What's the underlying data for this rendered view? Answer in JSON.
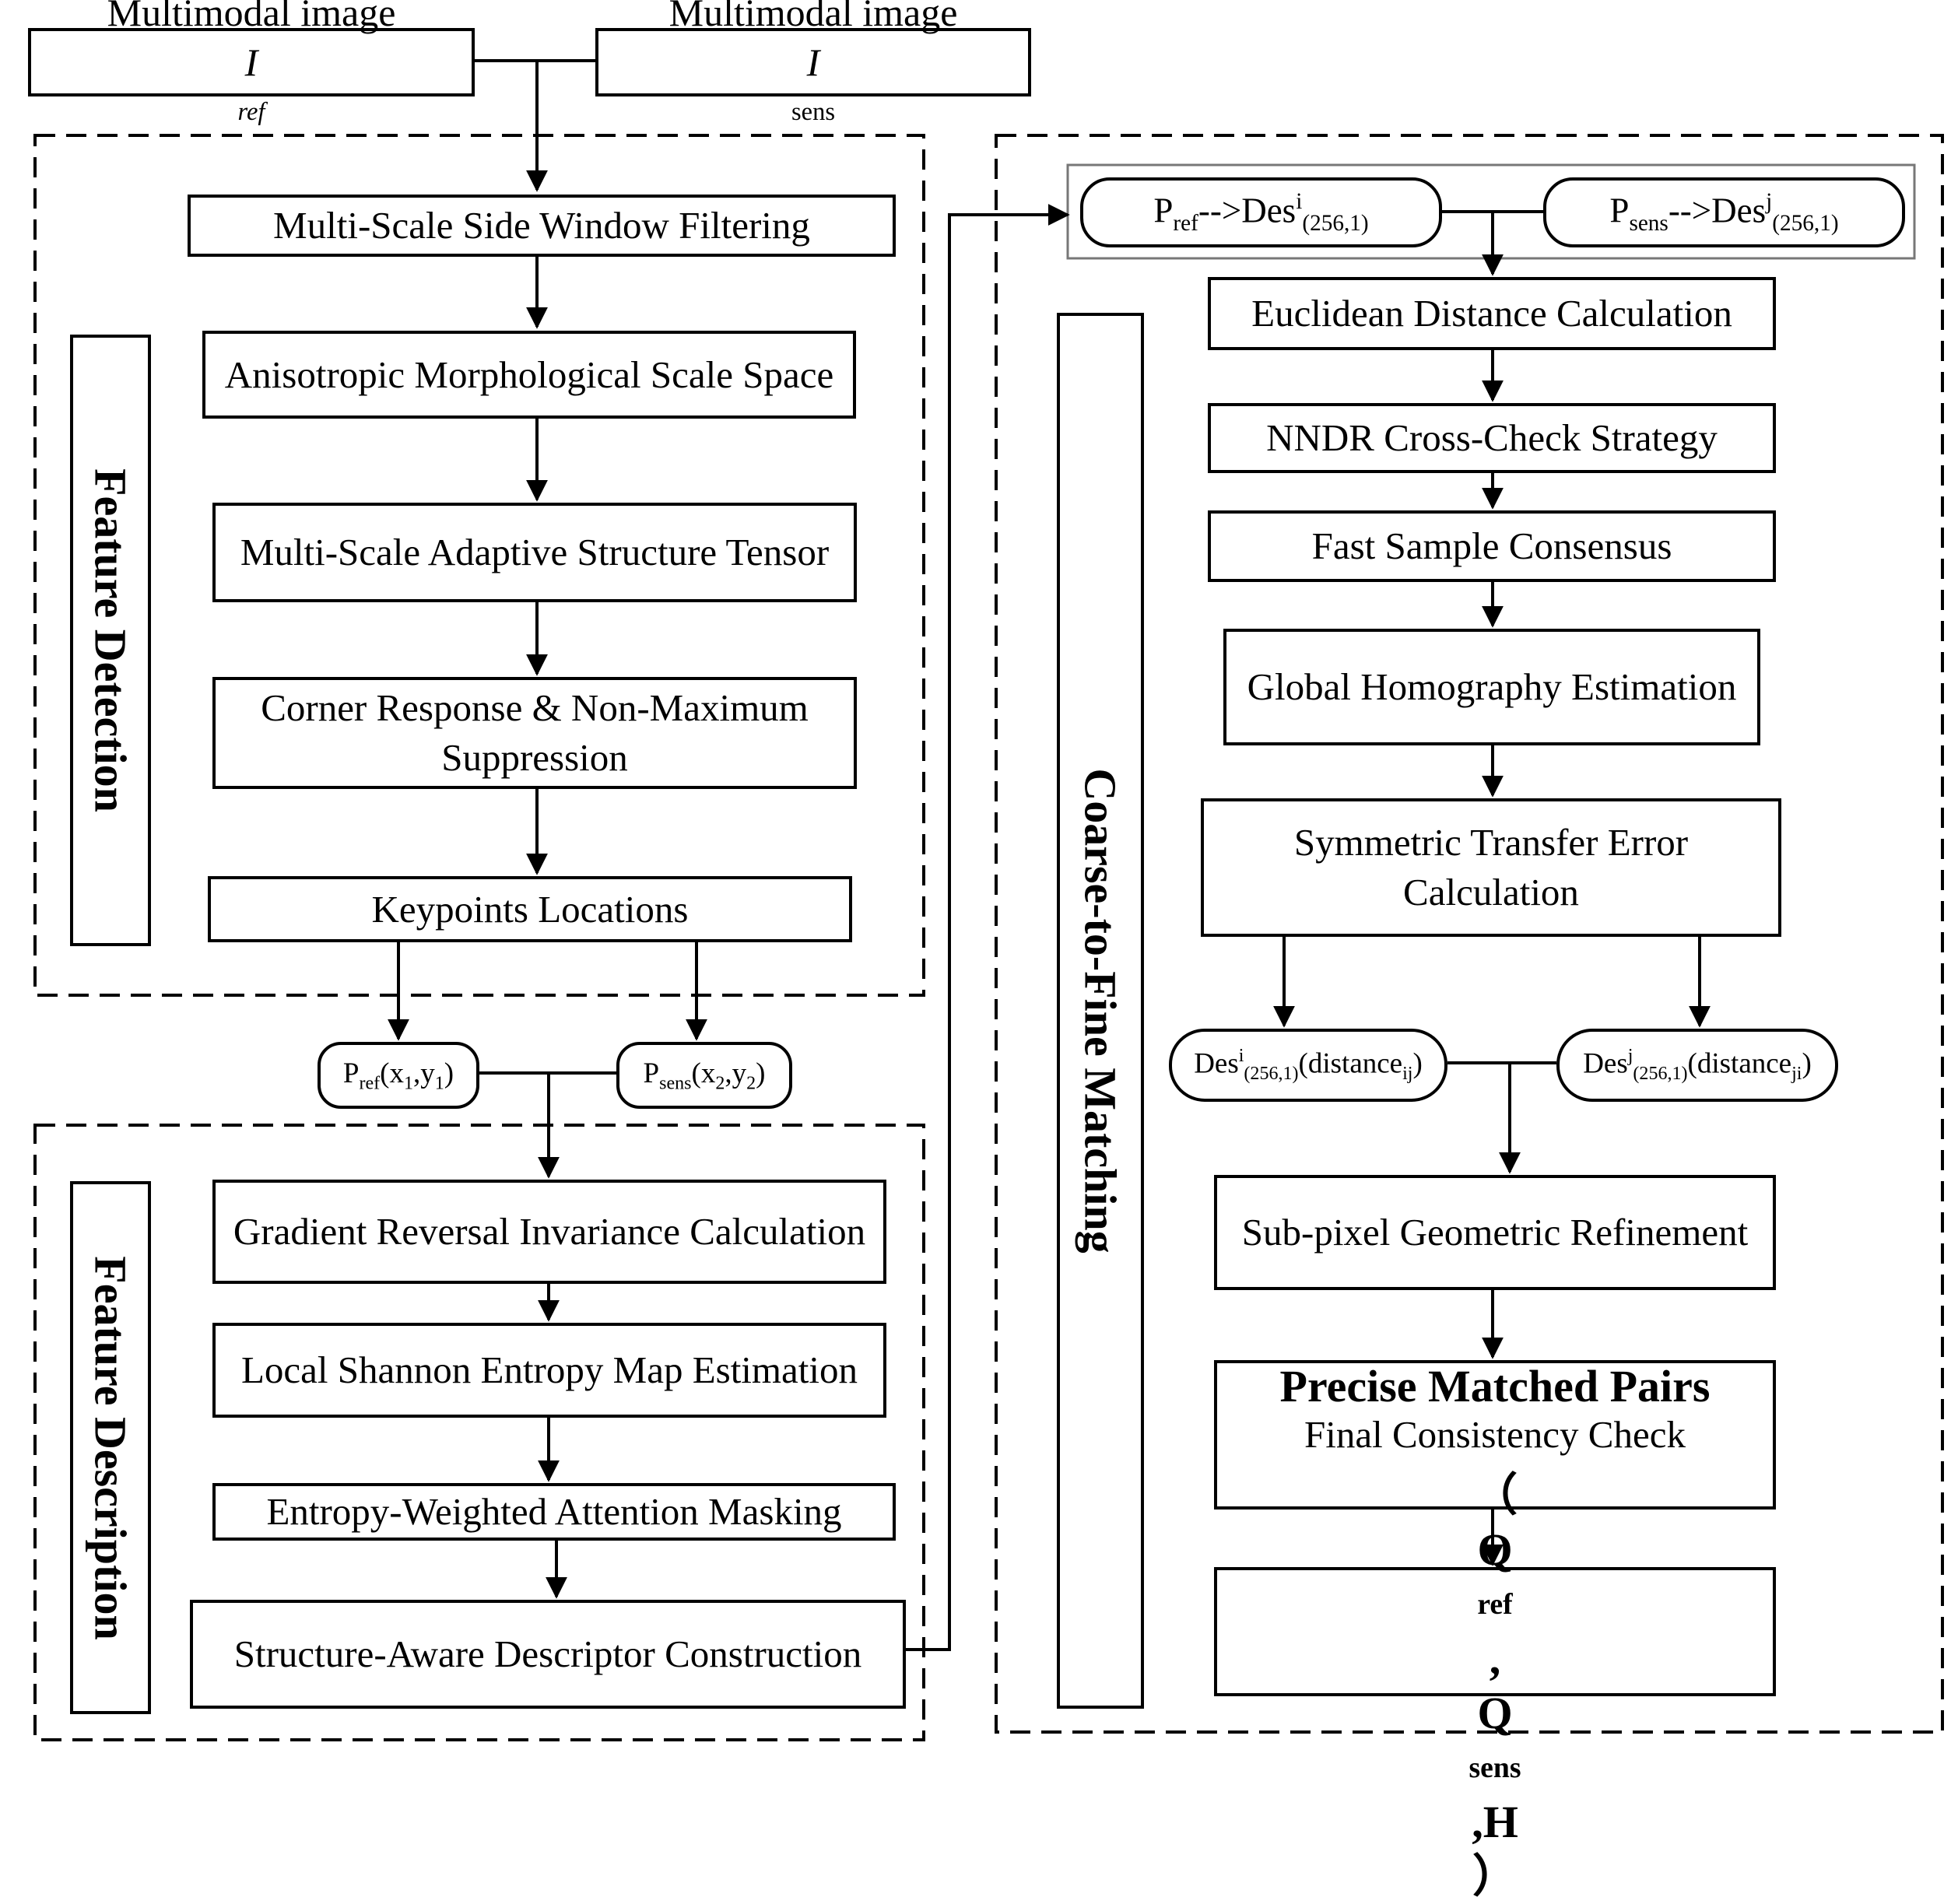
{
  "inputs": {
    "ref_label": "Multimodal image ",
    "ref_symbol": "I",
    "ref_sub": "ref",
    "sens_label": "Multimodal image ",
    "sens_symbol": "I",
    "sens_sub": "sens"
  },
  "feature_detection": {
    "title": "Feature Detection",
    "steps": [
      "Multi-Scale Side Window Filtering",
      "Anisotropic Morphological Scale Space",
      "Multi-Scale Adaptive Structure Tensor",
      "Corner Response & Non-Maximum Suppression",
      "Keypoints Locations"
    ]
  },
  "keypoints": {
    "ref": {
      "p": "P",
      "sub": "ref",
      "args": "(x",
      "a1": "1",
      "mid": ",y",
      "a2": "1",
      "end": ")"
    },
    "sens": {
      "p": "P",
      "sub": "sens",
      "args": "(x",
      "a1": "2",
      "mid": ",y",
      "a2": "2",
      "end": ")"
    }
  },
  "feature_description": {
    "title": "Feature Description",
    "steps": [
      "Gradient Reversal Invariance Calculation",
      "Local Shannon Entropy Map Estimation",
      "Entropy-Weighted Attention Masking",
      "Structure-Aware Descriptor Construction"
    ]
  },
  "descriptors": {
    "ref": {
      "p": "P",
      "sub": "ref",
      "arrow": "-->Des",
      "sup": "i",
      "dim": "(256,1)"
    },
    "sens": {
      "p": "P",
      "sub": "sens",
      "arrow": "-->Des",
      "sup": "j",
      "dim": "(256,1)"
    }
  },
  "matching": {
    "title": "Coarse-to-Fine Matching",
    "steps": [
      "Euclidean Distance Calculation",
      "NNDR Cross-Check Strategy",
      "Fast Sample Consensus",
      "Global Homography Estimation",
      "Symmetric Transfer Error Calculation"
    ],
    "distances": {
      "ij": {
        "des": "Des",
        "sup": "i",
        "dim": "(256,1)",
        "open": "(distance",
        "sub": "ij",
        "close": ")"
      },
      "ji": {
        "des": "Des",
        "sup": "j",
        "dim": "(256,1)",
        "open": "(distance",
        "sub": "ji",
        "close": ")"
      }
    },
    "refine_steps": [
      "Sub-pixel Geometric Refinement",
      "Final Consistency Check"
    ],
    "output": {
      "title": "Precise Matched Pairs",
      "open": "（",
      "q1": "Q",
      "q1_sub": "ref",
      "comma1": ",",
      "q2": "Q",
      "q2_sub": "sens",
      "tail": ",H",
      "close": "）"
    }
  }
}
